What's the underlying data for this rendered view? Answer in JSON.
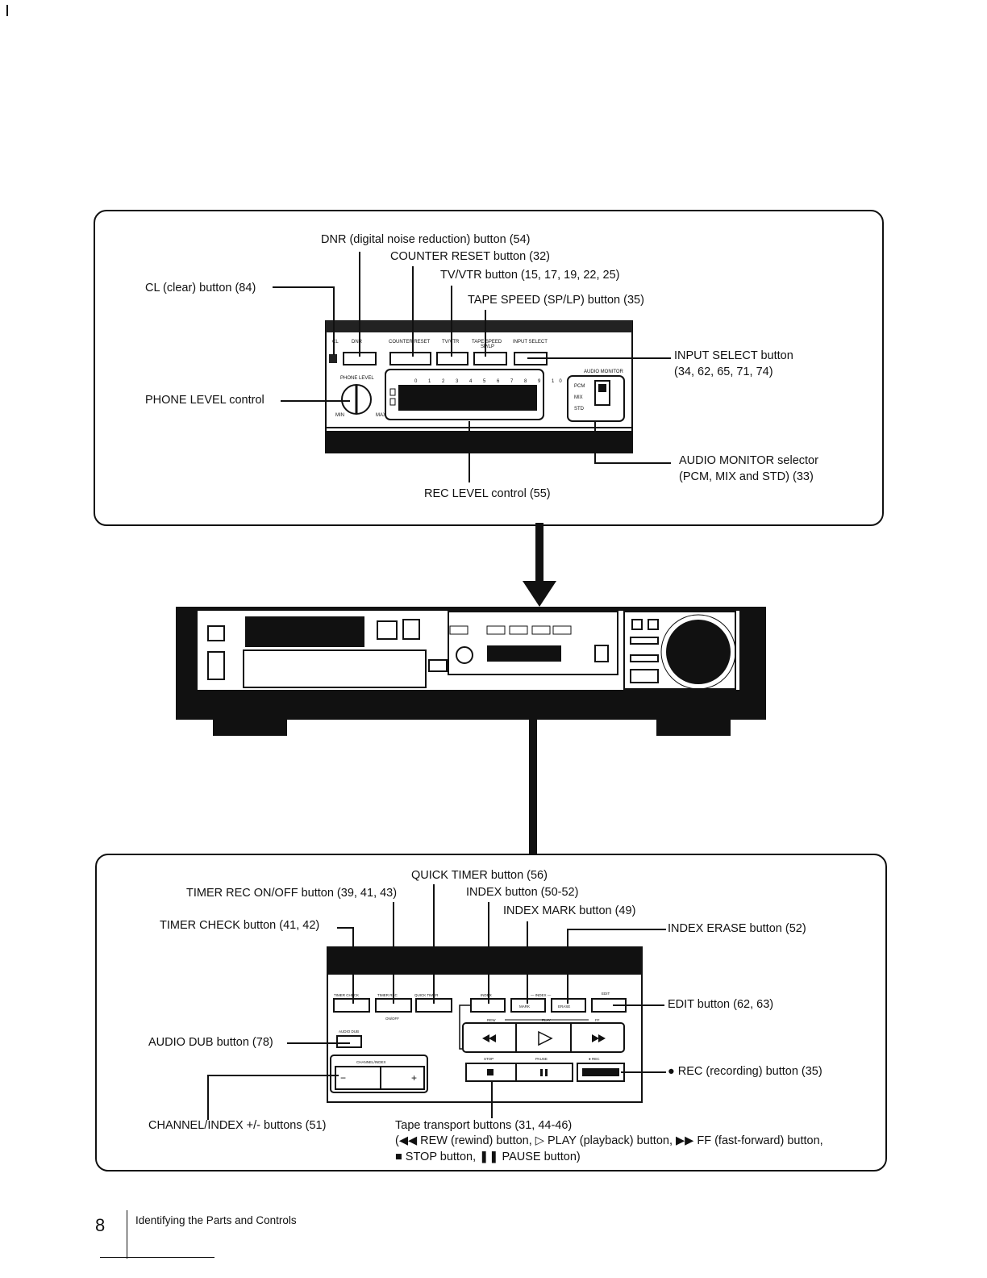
{
  "top_panel": {
    "labels": {
      "dnr": "DNR (digital noise reduction) button (54)",
      "counter_reset": "COUNTER RESET button (32)",
      "tv_vtr": "TV/VTR button (15, 17, 19, 22, 25)",
      "tape_speed": "TAPE SPEED (SP/LP) button (35)",
      "cl": "CL (clear) button (84)",
      "input_select_1": "INPUT SELECT button",
      "input_select_2": "(34, 62, 65, 71, 74)",
      "phone_level": "PHONE LEVEL control",
      "audio_monitor_1": "AUDIO MONITOR selector",
      "audio_monitor_2": "(PCM, MIX and STD) (33)",
      "rec_level": "REC LEVEL control (55)"
    }
  },
  "bottom_panel": {
    "labels": {
      "quick_timer": "QUICK TIMER button (56)",
      "timer_rec": "TIMER REC ON/OFF button (39, 41, 43)",
      "index": "INDEX button (50-52)",
      "index_mark": "INDEX MARK button (49)",
      "timer_check": "TIMER CHECK button (41, 42)",
      "index_erase": "INDEX ERASE button (52)",
      "edit": "EDIT button (62, 63)",
      "audio_dub": "AUDIO DUB button (78)",
      "rec": "● REC (recording) button (35)",
      "channel_index": "CHANNEL/INDEX +/- buttons (51)",
      "tape_transport_1": "Tape transport buttons (31, 44-46)",
      "tape_transport_2": "(◀◀ REW (rewind) button, ▷ PLAY (playback) button, ▶▶ FF (fast-forward) button,",
      "tape_transport_3": "■ STOP button, ❚❚ PAUSE button)"
    }
  },
  "footer": {
    "page_number": "8",
    "section_title": "Identifying the Parts and Controls"
  }
}
